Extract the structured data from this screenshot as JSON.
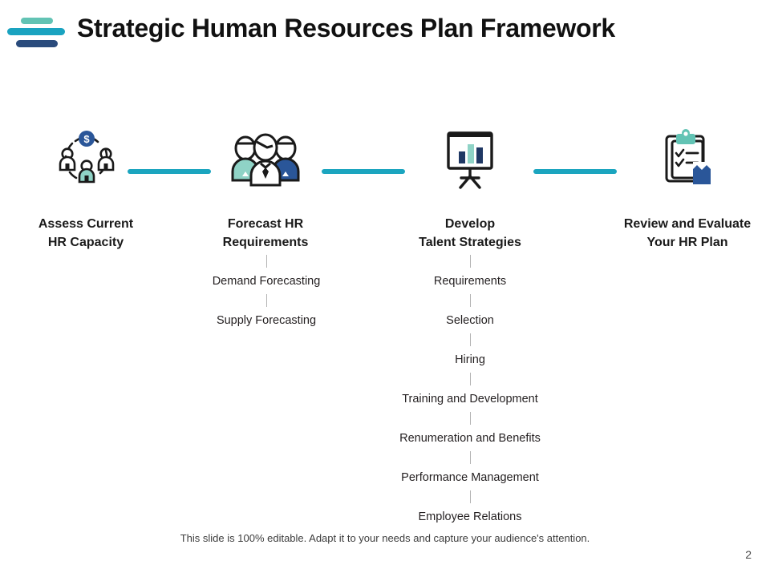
{
  "header": {
    "title": "Strategic Human Resources Plan Framework",
    "logo_name": "logo-three-bars",
    "logo_colors": {
      "top": "#62c3b4",
      "middle": "#1aa3c0",
      "bottom": "#2a4b7c"
    }
  },
  "theme": {
    "connector_color": "#1ba5bf",
    "teal": "#62c3b4",
    "blue": "#2a5699",
    "dark_navy": "#1f3864",
    "text": "#231f20"
  },
  "steps": [
    {
      "id": "assess-current-hr-capacity",
      "title": "Assess Current\nHR Capacity",
      "icon": "people-circle-dollar-icon",
      "sub_items": []
    },
    {
      "id": "forecast-hr-requirements",
      "title": "Forecast HR\nRequirements",
      "icon": "three-people-team-icon",
      "sub_items": [
        "Demand Forecasting",
        "Supply Forecasting"
      ]
    },
    {
      "id": "develop-talent-strategies",
      "title": "Develop\nTalent Strategies",
      "icon": "presentation-bar-chart-icon",
      "sub_items": [
        "Requirements",
        "Selection",
        "Hiring",
        "Training and Development",
        "Renumeration and Benefits",
        "Performance Management",
        "Employee Relations"
      ]
    },
    {
      "id": "review-and-evaluate-your-hr-plan",
      "title": "Review and Evaluate\nYour HR Plan",
      "icon": "clipboard-checklist-icon",
      "sub_items": []
    }
  ],
  "connectors": [
    {
      "id": "connector-1"
    },
    {
      "id": "connector-2"
    },
    {
      "id": "connector-3"
    }
  ],
  "footer": {
    "note": "This slide is 100% editable. Adapt it to your needs and capture your audience's attention.",
    "page_number": "2"
  }
}
